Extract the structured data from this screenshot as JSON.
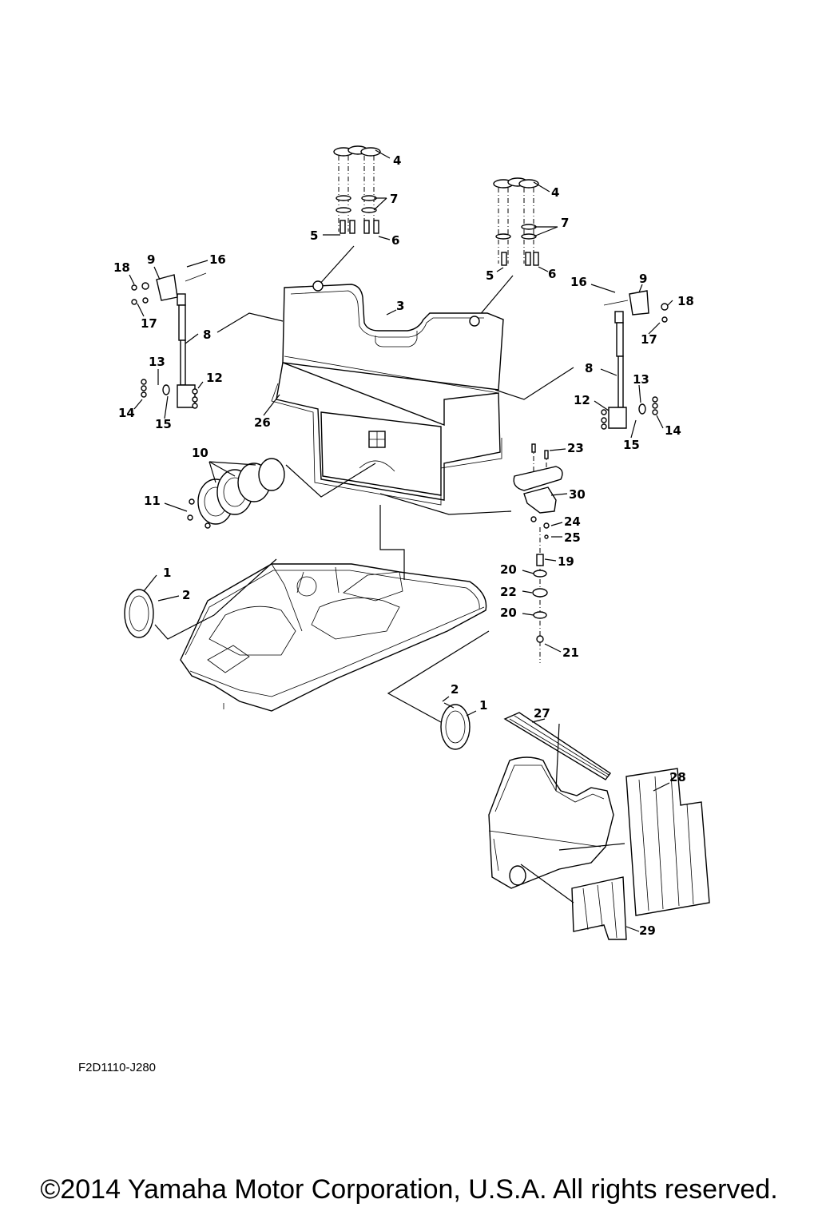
{
  "callouts": [
    {
      "id": "4a",
      "text": "4"
    },
    {
      "id": "7a",
      "text": "7"
    },
    {
      "id": "5a",
      "text": "5"
    },
    {
      "id": "6a",
      "text": "6"
    },
    {
      "id": "4b",
      "text": "4"
    },
    {
      "id": "7b",
      "text": "7"
    },
    {
      "id": "5b",
      "text": "5"
    },
    {
      "id": "6b",
      "text": "6"
    },
    {
      "id": "18a",
      "text": "18"
    },
    {
      "id": "9a",
      "text": "9"
    },
    {
      "id": "16a",
      "text": "16"
    },
    {
      "id": "17a",
      "text": "17"
    },
    {
      "id": "8a",
      "text": "8"
    },
    {
      "id": "13a",
      "text": "13"
    },
    {
      "id": "12a",
      "text": "12"
    },
    {
      "id": "14a",
      "text": "14"
    },
    {
      "id": "15a",
      "text": "15"
    },
    {
      "id": "16b",
      "text": "16"
    },
    {
      "id": "9b",
      "text": "9"
    },
    {
      "id": "18b",
      "text": "18"
    },
    {
      "id": "17b",
      "text": "17"
    },
    {
      "id": "8b",
      "text": "8"
    },
    {
      "id": "13b",
      "text": "13"
    },
    {
      "id": "12b",
      "text": "12"
    },
    {
      "id": "14b",
      "text": "14"
    },
    {
      "id": "15b",
      "text": "15"
    },
    {
      "id": "3",
      "text": "3"
    },
    {
      "id": "26",
      "text": "26"
    },
    {
      "id": "10",
      "text": "10"
    },
    {
      "id": "11",
      "text": "11"
    },
    {
      "id": "23",
      "text": "23"
    },
    {
      "id": "30",
      "text": "30"
    },
    {
      "id": "24",
      "text": "24"
    },
    {
      "id": "25",
      "text": "25"
    },
    {
      "id": "19",
      "text": "19"
    },
    {
      "id": "20a",
      "text": "20"
    },
    {
      "id": "22",
      "text": "22"
    },
    {
      "id": "20b",
      "text": "20"
    },
    {
      "id": "21",
      "text": "21"
    },
    {
      "id": "1a",
      "text": "1"
    },
    {
      "id": "2a",
      "text": "2"
    },
    {
      "id": "2b",
      "text": "2"
    },
    {
      "id": "1b",
      "text": "1"
    },
    {
      "id": "27",
      "text": "27"
    },
    {
      "id": "28",
      "text": "28"
    },
    {
      "id": "29",
      "text": "29"
    }
  ],
  "diagram_code": "F2D1110-J280",
  "copyright": "©2014 Yamaha Motor Corporation, U.S.A. All rights reserved."
}
